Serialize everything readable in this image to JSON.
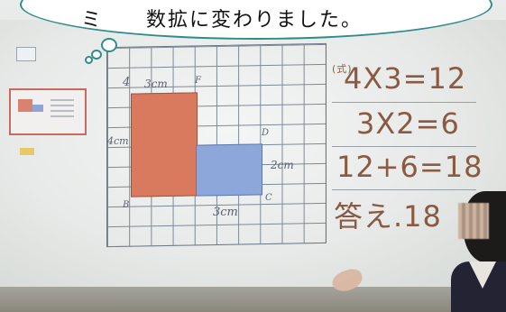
{
  "speech_bubble": {
    "text": "ミ　　数拡に変わりました。"
  },
  "diagram": {
    "label_top_left": "4",
    "label_top": "3cm",
    "label_left": "4cm",
    "label_right": "2cm",
    "label_bottom": "3cm",
    "label_B": "B",
    "label_C": "C",
    "label_D": "D",
    "label_F": "F"
  },
  "equations": {
    "prefix": "(式)",
    "line1": "4X3=12",
    "line2": "3X2=6",
    "line3": "12+6=18",
    "line4": "答え.18"
  },
  "colors": {
    "red_rect": "#d97a5f",
    "blue_rect": "#8ea7db",
    "bubble_border": "#2f8c8a",
    "marker": "#8b5a42"
  }
}
